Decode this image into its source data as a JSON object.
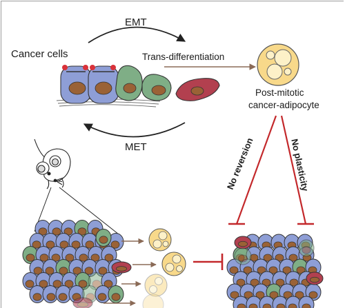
{
  "labels": {
    "emt": "EMT",
    "met": "MET",
    "cancer_cells": "Cancer cells",
    "trans_differentiation": "Trans-differentiation",
    "post_mitotic_line1": "Post-mitotic",
    "post_mitotic_line2": "cancer-adipocyte",
    "no_reversion": "No reversion",
    "no_plasticity": "No plasticity"
  },
  "colors": {
    "epithelial_cell": "#8e9ed6",
    "mesenchymal_cell": "#7fae86",
    "cancer_adipocyte_cell": "#b2404f",
    "nucleus": "#9a6236",
    "adipocyte": "#f8d98a",
    "lipid_droplet": "#fdf1c8",
    "inhibition_red": "#c3282b",
    "junction_red": "#d9323a",
    "arrow": "#222222",
    "flow_arrow": "#8a6a56"
  }
}
